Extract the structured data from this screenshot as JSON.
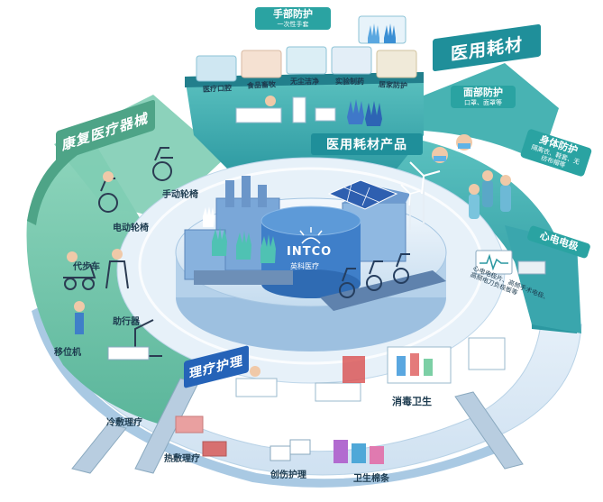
{
  "center": {
    "logo_text": "INTCO",
    "logo_subtitle": "英科医疗"
  },
  "medical_consumables": {
    "title": "医用耗材",
    "product_banner": "医用耗材产品",
    "hand_protection": {
      "title": "手部防护",
      "subtitle": "一次性手套"
    },
    "sub_items": [
      "医疗口腔",
      "食品畜牧",
      "无尘洁净",
      "实验制药",
      "居家防护"
    ],
    "face_protection": {
      "title": "面部防护",
      "subtitle": "口罩、面罩等"
    },
    "body_protection": {
      "title": "身体防护",
      "subtitle": "隔离衣、鞋套、无纺布帽等"
    },
    "ecg": {
      "title": "心电电极",
      "note": [
        "心电电极片、高频手术电极、",
        "高频电刀负极板等"
      ]
    }
  },
  "rehab_equipment": {
    "title": "康复医疗器械",
    "items": [
      "手动轮椅",
      "电动轮椅",
      "代步车",
      "助行器",
      "移位机"
    ]
  },
  "physio_care": {
    "title": "理疗护理",
    "items": [
      "冷敷理疗",
      "热敷理疗",
      "创伤护理",
      "卫生棉条"
    ],
    "disinfection": "消毒卫生"
  },
  "colors": {
    "outer_ring": "#6dc3a7",
    "mid_ring": "#2f9fa5",
    "banner_teal": "#1f8f9a",
    "blue_accent": "#2563b8",
    "platform": "#dbeaf6"
  }
}
